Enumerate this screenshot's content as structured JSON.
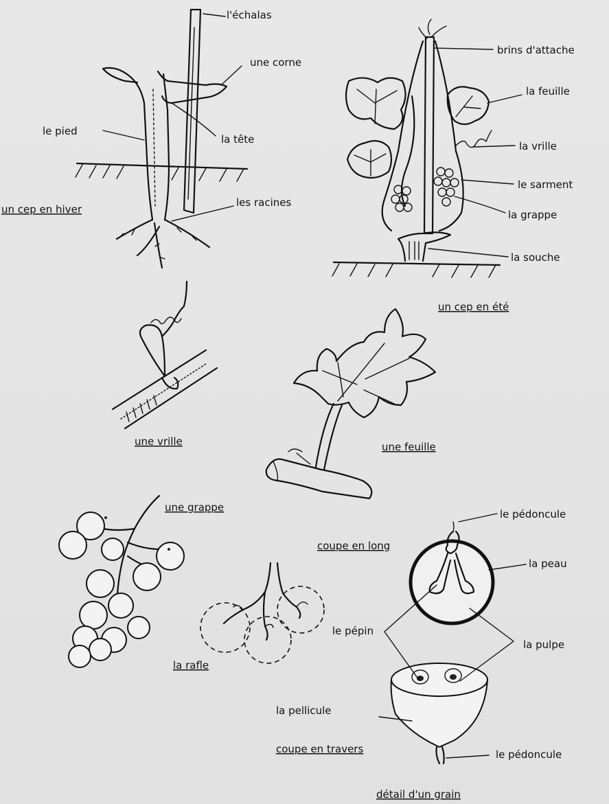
{
  "labels": {
    "echalas": "l'échalas",
    "corne": "une corne",
    "pied": "le pied",
    "tete": "la tête",
    "racines": "les racines",
    "cep_hiver": "un cep en hiver",
    "brins": "brins d'attache",
    "feuille": "la feuille",
    "vrille": "la vrille",
    "sarment": "le sarment",
    "grappe": "la grappe",
    "souche": "la souche",
    "cep_ete": "un cep en été",
    "une_vrille": "une vrille",
    "une_feuille": "une feuille",
    "une_grappe": "une grappe",
    "rafle": "la rafle",
    "pedoncule_top": "le pédoncule",
    "coupe_long": "coupe en long",
    "peau": "la peau",
    "pepin": "le pépin",
    "pulpe": "la pulpe",
    "pellicule": "la pellicule",
    "coupe_travers": "coupe en travers",
    "pedoncule_bottom": "le pédoncule",
    "detail_grain": "détail d'un grain"
  }
}
